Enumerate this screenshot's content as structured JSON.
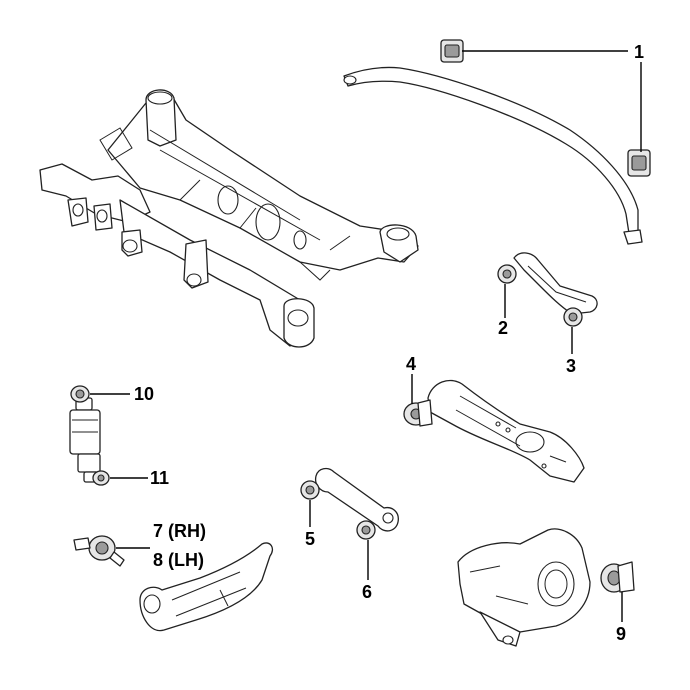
{
  "callouts": {
    "c1": "1",
    "c2": "2",
    "c3": "3",
    "c4": "4",
    "c5": "5",
    "c6": "6",
    "c7": "7 (RH)",
    "c8": "8 (LH)",
    "c9": "9",
    "c10": "10",
    "c11": "11"
  }
}
